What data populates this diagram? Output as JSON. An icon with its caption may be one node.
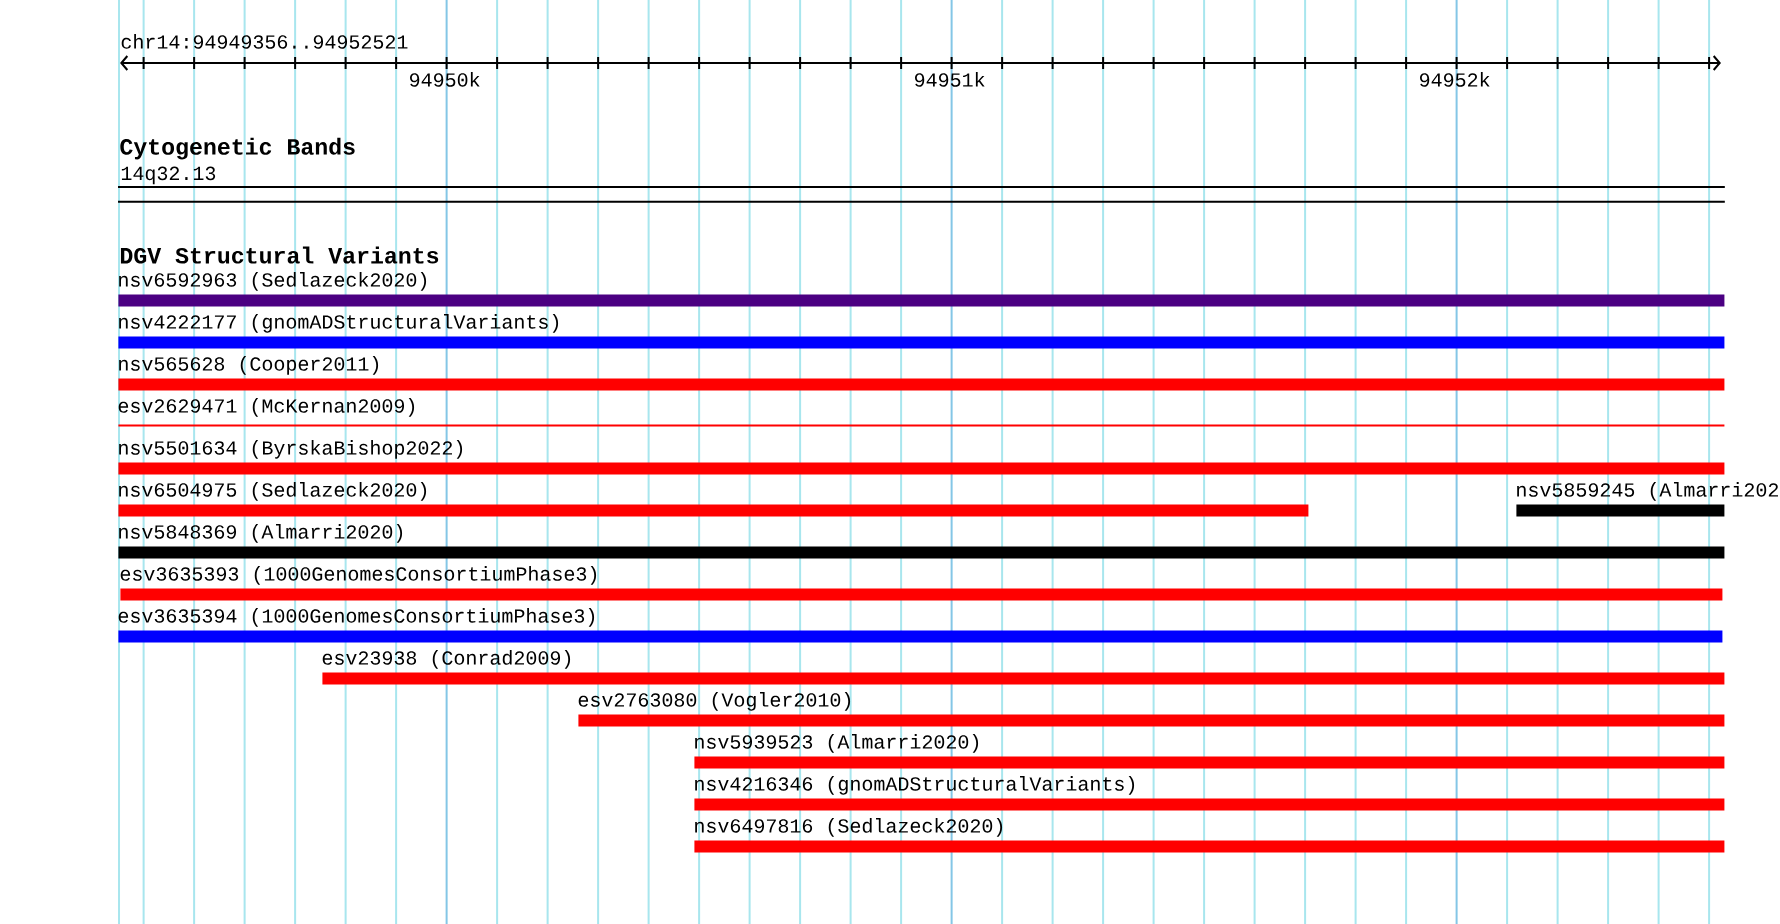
{
  "diagram": {
    "nodes": [
      {
        "text": [
          "14q32.13"
        ]
      },
      {
        "text": [
          "nsv6592963 (Sedlazeck2020)"
        ]
      },
      {
        "text": [
          "nsv4222177 (gnomADStructuralVariants)"
        ]
      },
      {
        "text": [
          "nsv565628 (Cooper2011)"
        ]
      },
      {
        "text": [
          "esv2629471 (McKernan2009)"
        ]
      },
      {
        "text": [
          "nsv5501634 (ByrskaBishop2022)"
        ]
      },
      {
        "text": [
          "nsv6504975 (Sedlazeck2020)"
        ]
      },
      {
        "text": [
          "nsv5859245 (Almarri202"
        ]
      },
      {
        "text": [
          "nsv5848369 (Almarri2020)"
        ]
      },
      {
        "text": [
          "esv3635393 (1000GenomesConsortiumPhase3)"
        ]
      },
      {
        "text": [
          "esv3635394 (1000GenomesConsortiumPhase3)"
        ]
      },
      {
        "text": [
          "esv23938 (Conrad2009)"
        ]
      },
      {
        "text": [
          "esv2763080 (Vogler2010)"
        ]
      },
      {
        "text": [
          "nsv5939523 (Almarri2020)"
        ]
      },
      {
        "text": [
          "nsv4216346 (gnomADStructuralVariants)"
        ]
      },
      {
        "text": [
          "nsv6497816 (Sedlazeck2020)"
        ]
      }
    ],
    "labels": [
      "chr14:94949356..94952521",
      "94950k",
      "94951k",
      "94952k",
      "Cytogenetic Bands",
      "DGV Structural Variants"
    ]
  }
}
